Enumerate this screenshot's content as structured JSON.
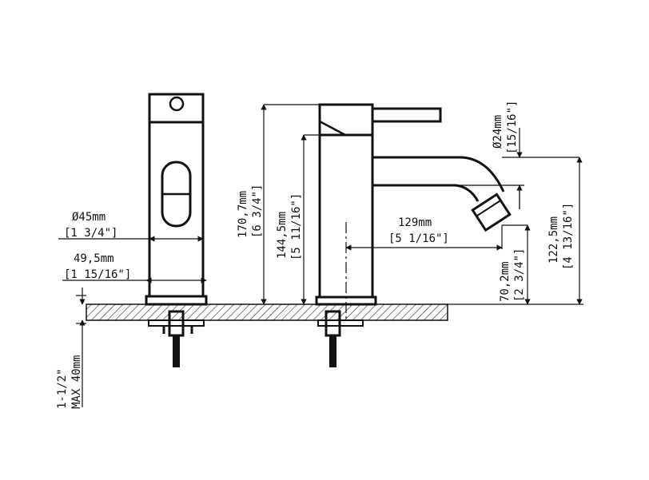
{
  "dimensions": {
    "diameter_base": "Ø45mm",
    "diameter_base_in": "[1 3/4\"]",
    "base_height": "49,5mm",
    "base_height_in": "[1 15/16\"]",
    "total_height": "170,7mm",
    "total_height_in": "[6 3/4\"]",
    "body_height": "144,5mm",
    "body_height_in": "[5 11/16\"]",
    "spout_reach": "129mm",
    "spout_reach_in": "[5 1/16\"]",
    "spout_diameter": "Ø24mm",
    "spout_diameter_in": "[15/16\"]",
    "spout_height": "122,5mm",
    "spout_height_in": "[4 13/16\"]",
    "outlet_height": "70,2mm",
    "outlet_height_in": "[2 3/4\"]",
    "max_deck": "1-1/2\"",
    "max_deck_mm": "MAX 40mm"
  },
  "colors": {
    "line": "#111111",
    "hatch": "#444444",
    "background": "#ffffff"
  }
}
